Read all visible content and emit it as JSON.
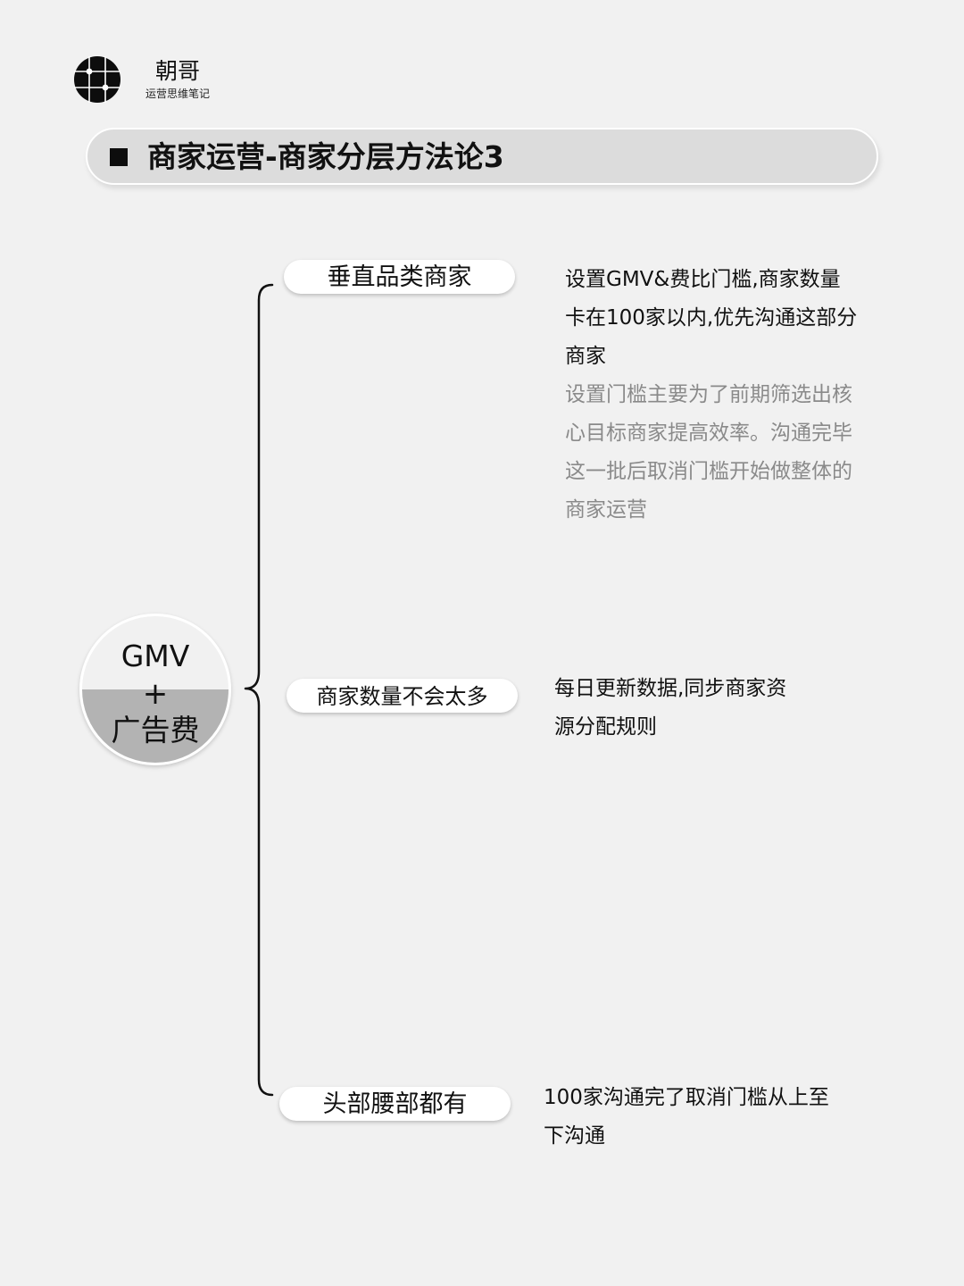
{
  "brand": {
    "name": "朝哥",
    "tagline": "运营思维笔记",
    "logo_icon": "grid-globe-icon"
  },
  "title": "商家运营-商家分层方法论3",
  "mindmap": {
    "center": {
      "line1": "GMV",
      "line2": "+",
      "line3": "广告费"
    },
    "branches": [
      {
        "label": "垂直品类商家",
        "note_main": [
          "设置GMV&费比门槛,商家数量",
          "卡在100家以内,优先沟通这部分",
          "商家"
        ],
        "note_sub": [
          "设置门槛主要为了前期筛选出核",
          "心目标商家提高效率。沟通完毕",
          "这一批后取消门槛开始做整体的",
          "商家运营"
        ]
      },
      {
        "label": "商家数量不会太多",
        "note_main": [
          "每日更新数据,同步商家资",
          "源分配规则"
        ]
      },
      {
        "label": "头部腰部都有",
        "note_main": [
          "100家沟通完了取消门槛从上至",
          "下沟通"
        ]
      }
    ]
  },
  "colors": {
    "background": "#f1f1f1",
    "title_bar": "#dcdcdc",
    "center_bottom": "#b3b3b3",
    "note_secondary": "#8a8a8a"
  }
}
